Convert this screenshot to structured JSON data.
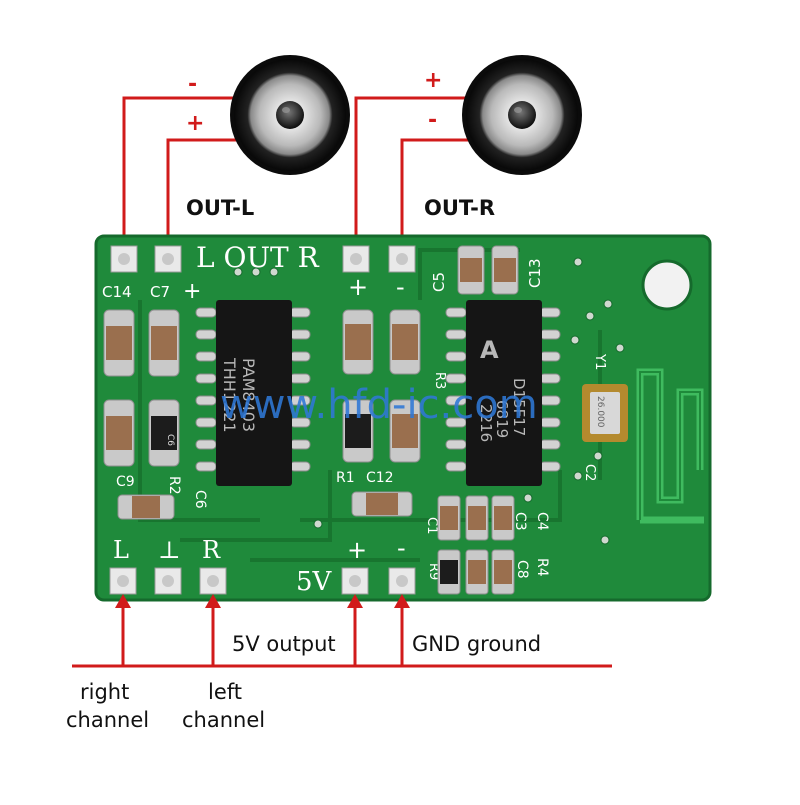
{
  "labels": {
    "out_l": "OUT-L",
    "out_r": "OUT-R",
    "output_5v": "5V output",
    "gnd": "GND ground",
    "right_line1": "right",
    "right_line2": "channel",
    "left_line1": "left",
    "left_line2": "channel"
  },
  "signs": {
    "left_speaker_top": "-",
    "left_speaker_bottom": "+",
    "right_speaker_top": "+",
    "right_speaker_bottom": "-"
  },
  "board": {
    "header_text": "L OUT R",
    "pad_plus_left": "+",
    "pad_minus_right": "-",
    "bottom_l": "L",
    "bottom_gnd": "⊥",
    "bottom_r": "R",
    "bottom_5v": "5V",
    "bottom_plus": "+",
    "bottom_minus": "-",
    "refs": {
      "c14": "C14",
      "c7": "C7",
      "c5": "C5",
      "c13": "C13",
      "c9": "C9",
      "r2": "R2",
      "c6": "C6",
      "r1": "R1",
      "c12": "C12",
      "c4": "C4",
      "c3": "C3",
      "r4": "R4",
      "c8": "C8",
      "r9": "R9",
      "c1": "C1",
      "y1": "Y1",
      "c2": "C2",
      "r3": "R3"
    },
    "chip1_line1": "PAM8403",
    "chip1_line2": "THH1221",
    "chip2_line1": "D15F17",
    "chip2_line2": "6819",
    "chip2_line3": "2216",
    "chip2_logo": "A",
    "crystal_text": "26.000",
    "cap_mark": "C6"
  },
  "watermark": "www.hfd-ic.com",
  "colors": {
    "board": "#1f8a3b",
    "board_dark": "#156a2c",
    "wire": "#d11b1b",
    "pad": "#e9e9e9",
    "watermark": "#2f78d6"
  }
}
